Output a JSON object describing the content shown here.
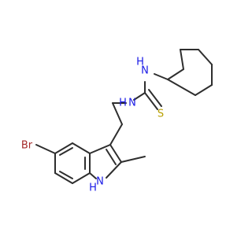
{
  "atoms": {
    "bromine": "Br",
    "indole_nitrogen": "N",
    "indole_hydrogen": "H",
    "thiourea_nitrogen_1": "N",
    "thiourea_hydrogen_1": "H",
    "thiourea_nitrogen_2": "N",
    "thiourea_hydrogen_2": "H",
    "sulfur": "S"
  },
  "colors": {
    "bond": "#2e2e2e",
    "bromine": "#a52a2a",
    "nitrogen": "#1a1ae6",
    "sulfur": "#b8a000"
  }
}
